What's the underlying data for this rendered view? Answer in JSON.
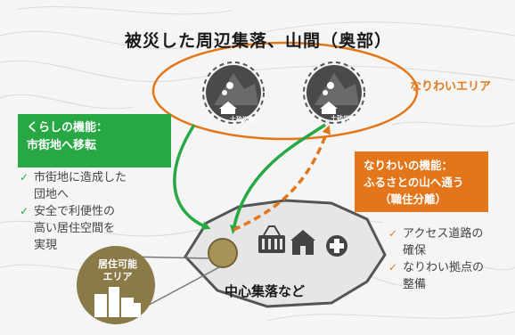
{
  "title": "被災した周辺集落、山間（奥部）",
  "nariwai_area_label": "なりわいエリア",
  "hazard_label": "土砂災害",
  "kurashi": {
    "line1": "くらしの機能：",
    "line2": "市街地へ移転"
  },
  "nariwai": {
    "line1": "なりわいの機能：",
    "line2": "ふるさとの山へ通う",
    "line3": "（職住分離）"
  },
  "left_list": [
    {
      "line1": "市街地に造成した",
      "line2": "団地へ"
    },
    {
      "line1": "安全で利便性の",
      "line2": "高い居住空間を",
      "line3": "実現"
    }
  ],
  "right_list": [
    {
      "line1": "アクセス道路の",
      "line2": "確保"
    },
    {
      "line1": "なりわい拠点の",
      "line2": "整備"
    }
  ],
  "center_label": "中心集落など",
  "habitable": {
    "line1": "居住可能",
    "line2": "エリア"
  },
  "check_glyph": "✓",
  "colors": {
    "green": "#27a844",
    "orange": "#e3761b",
    "dark_gray": "#444444",
    "olive": "#8a7a48"
  }
}
